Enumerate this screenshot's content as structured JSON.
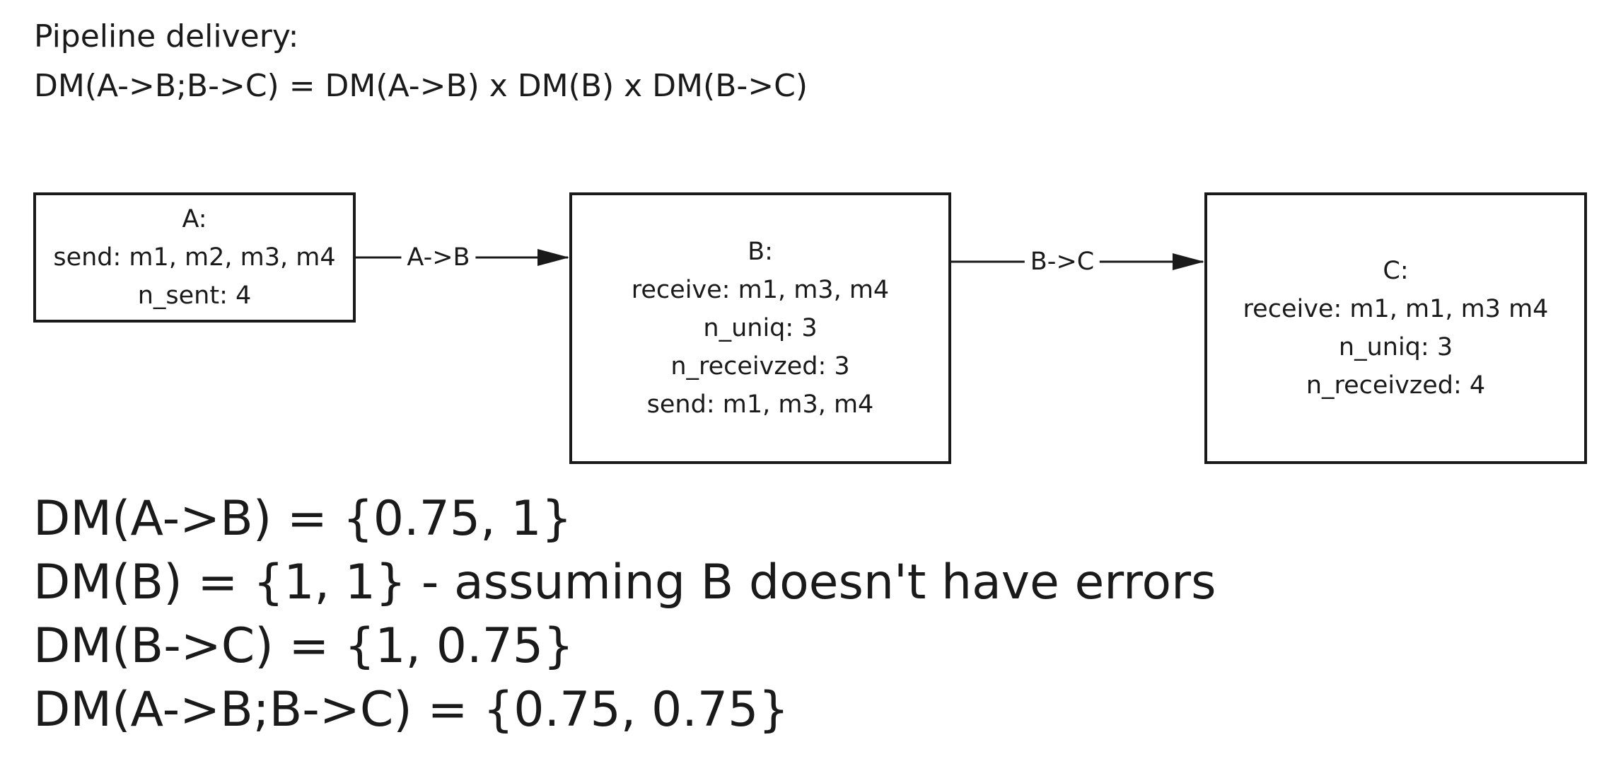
{
  "header": {
    "heading": "Pipeline delivery:",
    "formula": "DM(A->B;B->C) = DM(A->B) x DM(B) x DM(B->C)"
  },
  "nodes": {
    "a": {
      "lines": [
        "A:",
        "send: m1, m2, m3, m4",
        "n_sent: 4"
      ]
    },
    "b": {
      "lines": [
        "B:",
        "receive: m1, m3, m4",
        "n_uniq: 3",
        "n_receivzed: 3",
        "send: m1, m3, m4"
      ]
    },
    "c": {
      "lines": [
        "C:",
        "receive: m1, m1, m3 m4",
        "n_uniq: 3",
        "n_receivzed: 4"
      ]
    }
  },
  "edges": {
    "ab": {
      "label": "A->B"
    },
    "bc": {
      "label": "B->C"
    }
  },
  "results": [
    "DM(A->B) = {0.75, 1}",
    "DM(B) = {1, 1} - assuming B doesn't have errors",
    "DM(B->C) = {1, 0.75}",
    "DM(A->B;B->C) = {0.75, 0.75}"
  ],
  "colors": {
    "stroke": "#1a1a1a",
    "text": "#1a1a1a",
    "background": "#ffffff"
  }
}
